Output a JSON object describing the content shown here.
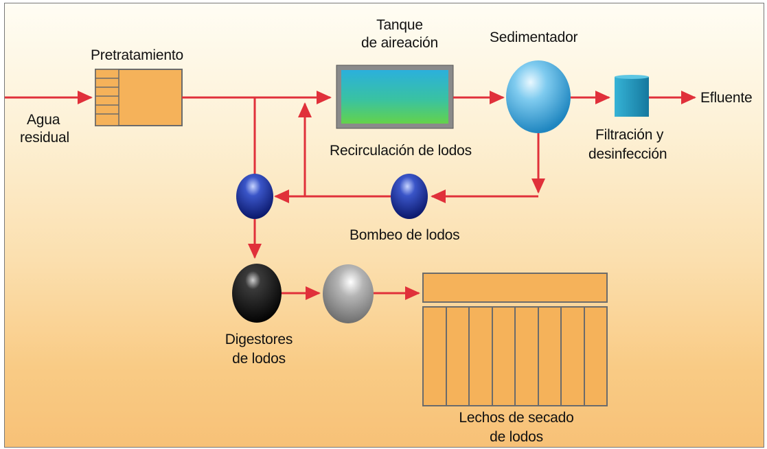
{
  "labels": {
    "pretratamiento": "Pretratamiento",
    "agua": "Agua",
    "residual": "residual",
    "tanque_line1": "Tanque",
    "tanque_line2": "de aireación",
    "sedimentador": "Sedimentador",
    "efluente": "Efluente",
    "filtracion_line1": "Filtración y",
    "filtracion_line2": "desinfección",
    "recirculacion": "Recirculación de lodos",
    "bombeo": "Bombeo de lodos",
    "digestores_line1": "Digestores",
    "digestores_line2": "de lodos",
    "lechos_line1": "Lechos de secado",
    "lechos_line2": "de lodos"
  },
  "colors": {
    "arrow": "#e0303a",
    "box_fill": "#f5b25a",
    "box_stroke": "#6b6b6b",
    "pump_blue": "#1c2f8c",
    "digester_black": "#111111",
    "sphere_gray": "#8e8e8e",
    "sedimentador_blue": "#3aa7d8",
    "filter_teal": "#1f9ac0"
  }
}
